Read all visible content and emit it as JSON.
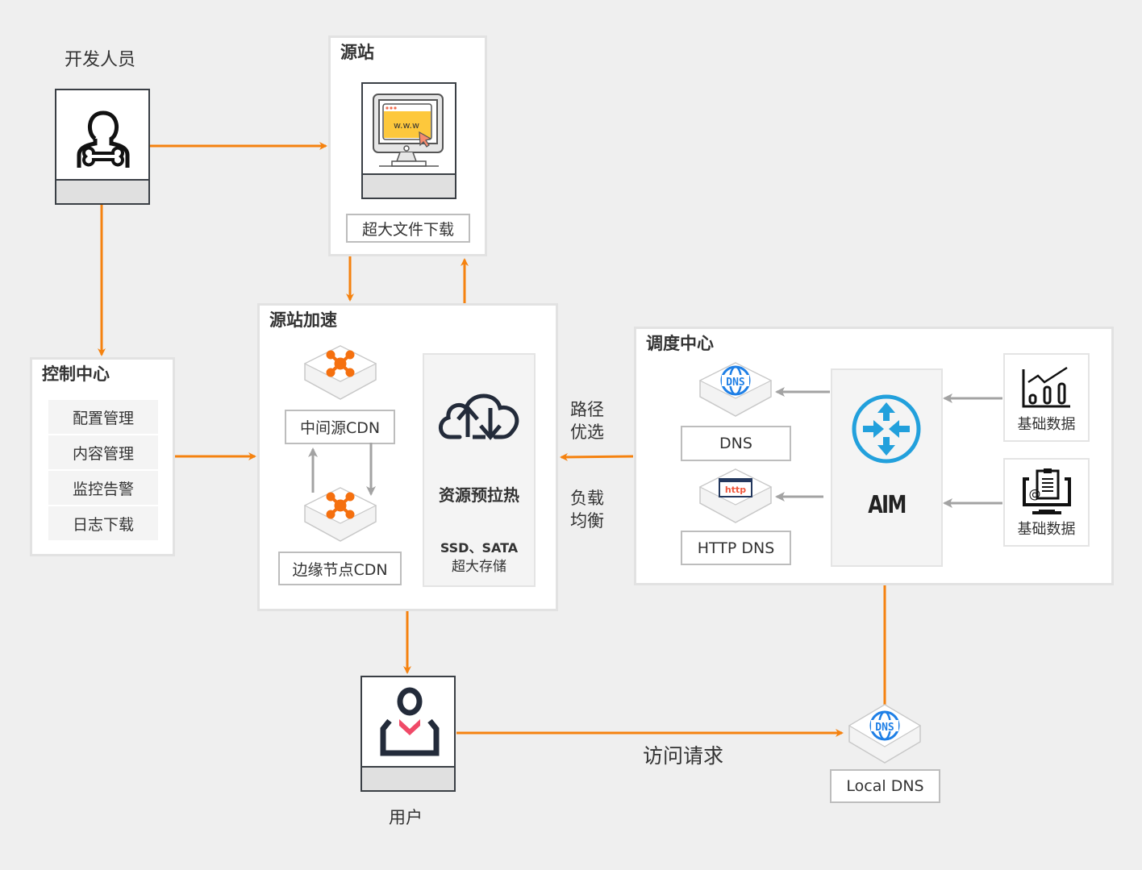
{
  "colors": {
    "accent_orange": "#f5820f",
    "arrow_gray": "#a3a3a3",
    "router_blue": "#22a0dc",
    "dns_blue": "#1e7fe6",
    "user_red": "#f04a68",
    "icon_dark": "#232b3a",
    "www_yellow": "#fdc83c"
  },
  "developer": {
    "label": "开发人员",
    "icon": "developer-wrench-icon"
  },
  "origin": {
    "title": "源站",
    "icon": "monitor-www-icon",
    "icon_text": "w.w.w",
    "feature": "超大文件下载"
  },
  "control_center": {
    "title": "控制中心",
    "items": [
      {
        "label": "配置管理"
      },
      {
        "label": "内容管理"
      },
      {
        "label": "监控告警"
      },
      {
        "label": "日志下载"
      }
    ]
  },
  "acceleration": {
    "title": "源站加速",
    "mid_cdn": {
      "label": "中间源CDN",
      "icon": "cdn-node-icon"
    },
    "edge_cdn": {
      "label": "边缘节点CDN",
      "icon": "cdn-node-icon"
    },
    "preheat": {
      "icon": "cloud-upload-download-icon",
      "title": "资源预拉热",
      "storage_type": "SSD、SATA",
      "storage_desc": "超大存储"
    }
  },
  "links": {
    "route_label_line1": "路径",
    "route_label_line2": "优选",
    "balance_label_line1": "负载",
    "balance_label_line2": "均衡",
    "access_request": "访问请求"
  },
  "scheduler": {
    "title": "调度中心",
    "dns": {
      "label": "DNS",
      "icon_text": "DNS"
    },
    "http_dns": {
      "label": "HTTP DNS",
      "icon_text": "http"
    },
    "aim": {
      "label": "AIM",
      "icon": "router-arrows-icon"
    },
    "base_data": [
      {
        "label": "基础数据",
        "icon": "chart-analytics-icon"
      },
      {
        "label": "基础数据",
        "icon": "clipboard-monitor-icon"
      }
    ]
  },
  "user": {
    "label": "用户",
    "icon": "user-icon"
  },
  "local_dns": {
    "label": "Local DNS",
    "icon_text": "DNS"
  }
}
